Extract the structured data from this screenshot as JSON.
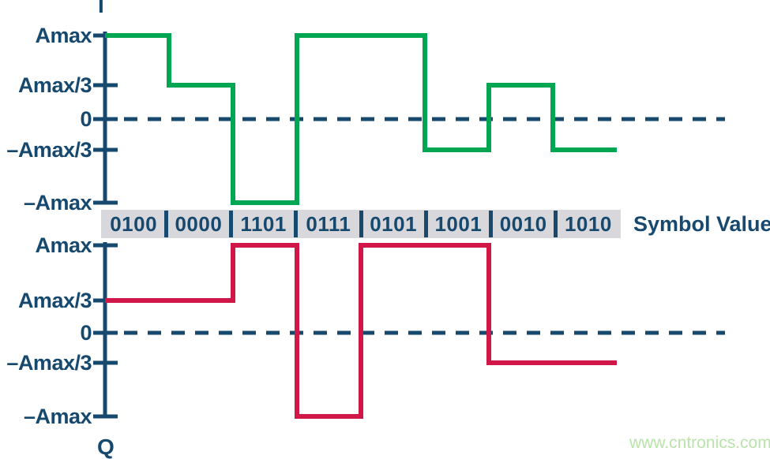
{
  "page": {
    "watermark": "www.cntronics.com"
  },
  "colors": {
    "navy": "#17496F",
    "green": "#00A651",
    "red": "#D11747",
    "band_bg": "#D8D8DC",
    "watermark_green": "#B9E4A9"
  },
  "chart_data": {
    "type": "line",
    "subtype": "step-waveform-pair-16qam",
    "band_label": "Symbol Values",
    "symbols": [
      "0100",
      "0000",
      "1101",
      "0111",
      "0101",
      "1001",
      "0010",
      "1010"
    ],
    "y_tick_labels": [
      "Amax",
      "Amax/3",
      "0",
      "–Amax/3",
      "–Amax"
    ],
    "y_tick_keys": [
      "Amax",
      "Amax/3",
      "0",
      "-Amax/3",
      "-Amax"
    ],
    "zero_line_style": "dashed",
    "plots": [
      {
        "name": "I",
        "axis_label": "I",
        "color_key": "green",
        "values": [
          "Amax",
          "Amax/3",
          "-Amax",
          "Amax",
          "Amax",
          "-Amax/3",
          "Amax/3",
          "-Amax/3"
        ]
      },
      {
        "name": "Q",
        "axis_label": "Q",
        "color_key": "red",
        "values": [
          "Amax/3",
          "Amax/3",
          "Amax",
          "-Amax",
          "Amax",
          "Amax",
          "-Amax/3",
          "-Amax/3"
        ]
      }
    ]
  }
}
